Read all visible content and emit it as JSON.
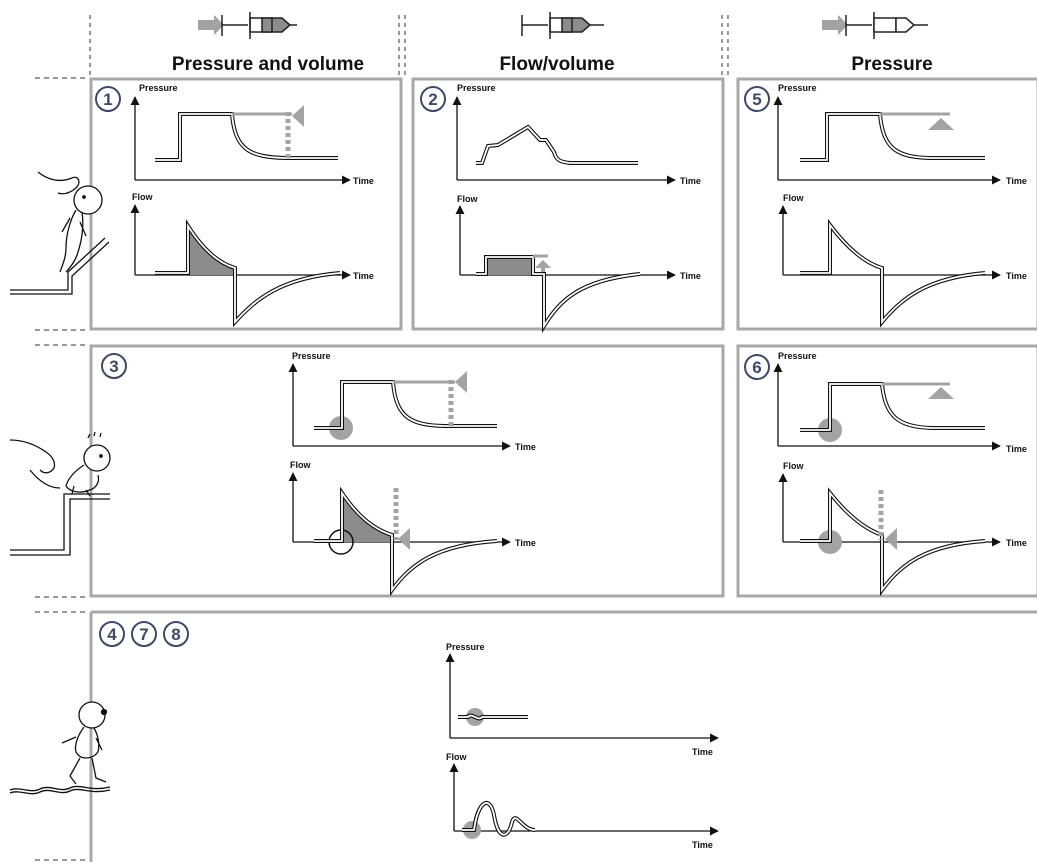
{
  "columns": [
    {
      "label": "Pressure and volume",
      "icon": "syringe-filled-icon"
    },
    {
      "label": "Flow/volume",
      "icon": "syringe-filled-icon"
    },
    {
      "label": "Pressure",
      "icon": "syringe-empty-icon"
    }
  ],
  "axis_labels": {
    "pressure": "Pressure",
    "flow": "Flow",
    "time": "Time"
  },
  "panels": [
    {
      "id": "p1",
      "numbers": [
        "1"
      ]
    },
    {
      "id": "p2",
      "numbers": [
        "2"
      ]
    },
    {
      "id": "p5",
      "numbers": [
        "5"
      ]
    },
    {
      "id": "p3",
      "numbers": [
        "3"
      ]
    },
    {
      "id": "p6",
      "numbers": [
        "6"
      ]
    },
    {
      "id": "p478",
      "numbers": [
        "4",
        "7",
        "8"
      ]
    }
  ],
  "colors": {
    "frame": "#a8a8a8",
    "accent": "#a3a3a3",
    "number": "#3d4a66",
    "fill": "#8c8c8c"
  }
}
